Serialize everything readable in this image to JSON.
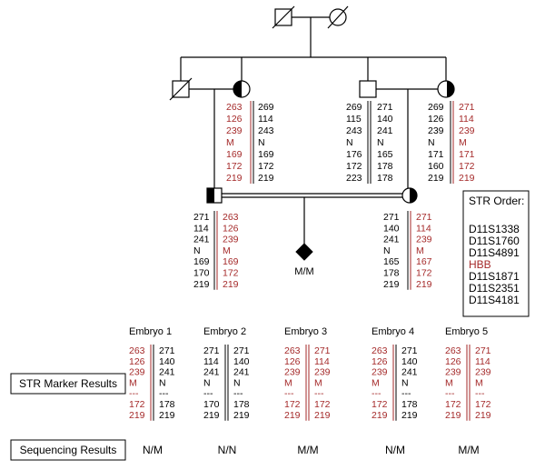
{
  "colors": {
    "mutant": "#a52a2a",
    "normal": "#000000",
    "line": "#000000"
  },
  "str_order": {
    "title": "STR Order:",
    "markers": [
      "D11S1338",
      "D11S1760",
      "D11S4891",
      "HBB",
      "D11S1871",
      "D11S2351",
      "D11S4181"
    ]
  },
  "grandparents_left": {
    "haplotypes": [
      [
        "263",
        "126",
        "239",
        "M",
        "169",
        "172",
        "219"
      ],
      [
        "269",
        "114",
        "243",
        "N",
        "169",
        "172",
        "219"
      ]
    ]
  },
  "grandparents_right_father": {
    "haplotypes": [
      [
        "269",
        "115",
        "243",
        "N",
        "176",
        "172",
        "223"
      ],
      [
        "271",
        "140",
        "241",
        "N",
        "165",
        "178",
        "178"
      ]
    ]
  },
  "grandparents_right_mother": {
    "haplotypes": [
      [
        "269",
        "126",
        "239",
        "N",
        "171",
        "160",
        "219"
      ],
      [
        "271",
        "114",
        "239",
        "M",
        "171",
        "172",
        "219"
      ]
    ]
  },
  "father": {
    "haplotypes": [
      [
        "271",
        "114",
        "241",
        "N",
        "169",
        "170",
        "219"
      ],
      [
        "263",
        "126",
        "239",
        "M",
        "169",
        "172",
        "219"
      ]
    ]
  },
  "mother": {
    "haplotypes": [
      [
        "271",
        "140",
        "241",
        "N",
        "165",
        "178",
        "219"
      ],
      [
        "271",
        "114",
        "239",
        "M",
        "167",
        "172",
        "219"
      ]
    ]
  },
  "fetus_label": "M/M",
  "results": {
    "str_label": "STR Marker Results",
    "seq_label": "Sequencing Results",
    "embryos": [
      {
        "name": "Embryo 1",
        "left": [
          "263",
          "126",
          "239",
          "M",
          "---",
          "172",
          "219"
        ],
        "right": [
          "271",
          "140",
          "241",
          "N",
          "---",
          "178",
          "219"
        ],
        "seq": "N/M"
      },
      {
        "name": "Embryo 2",
        "left": [
          "271",
          "114",
          "241",
          "N",
          "---",
          "170",
          "219"
        ],
        "right": [
          "271",
          "140",
          "241",
          "N",
          "---",
          "178",
          "219"
        ],
        "seq": "N/N"
      },
      {
        "name": "Embryo 3",
        "left": [
          "263",
          "126",
          "239",
          "M",
          "---",
          "172",
          "219"
        ],
        "right": [
          "271",
          "114",
          "239",
          "M",
          "---",
          "172",
          "219"
        ],
        "seq": "M/M"
      },
      {
        "name": "Embryo 4",
        "left": [
          "263",
          "126",
          "239",
          "M",
          "---",
          "172",
          "219"
        ],
        "right": [
          "271",
          "140",
          "241",
          "N",
          "---",
          "178",
          "219"
        ],
        "seq": "N/M"
      },
      {
        "name": "Embryo 5",
        "left": [
          "263",
          "126",
          "239",
          "M",
          "---",
          "172",
          "219"
        ],
        "right": [
          "271",
          "114",
          "239",
          "M",
          "---",
          "172",
          "219"
        ],
        "seq": "M/M"
      }
    ]
  }
}
